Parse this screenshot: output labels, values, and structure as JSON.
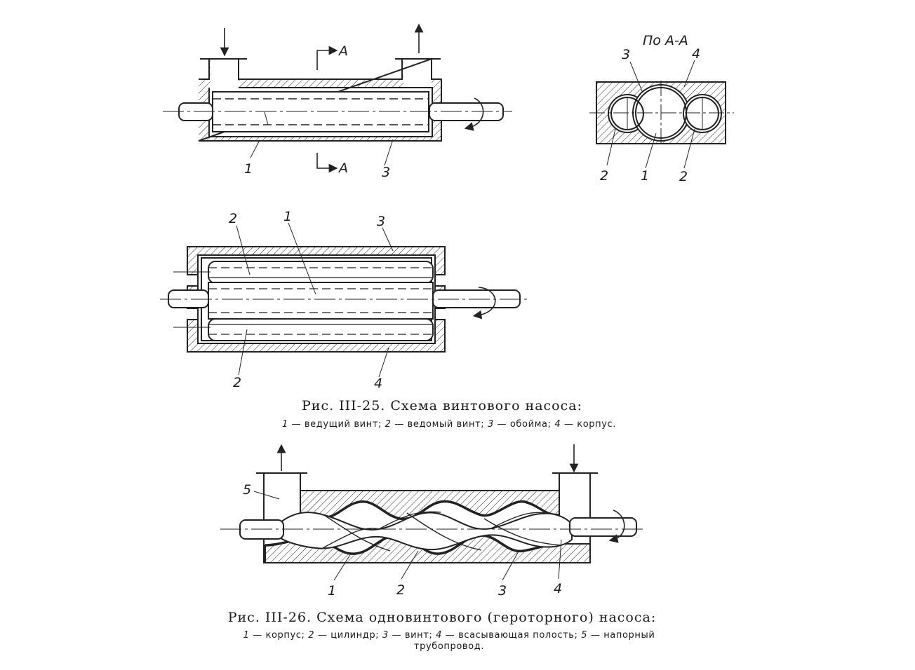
{
  "figure_25": {
    "section_label": "По А-А",
    "cut_marks": [
      "А",
      "А"
    ],
    "side_view_labels": [
      "1",
      "3"
    ],
    "section_view_labels": [
      "3",
      "4",
      "2",
      "1",
      "2"
    ],
    "plan_view_labels": [
      "2",
      "1",
      "3",
      "2",
      "4"
    ],
    "caption_title": "Рис. III-25. Схема винтового насоса:",
    "legend": [
      {
        "num": "1",
        "text": " — ведущий винт;  "
      },
      {
        "num": "2",
        "text": " — ведомый винт;  "
      },
      {
        "num": "3",
        "text": " — обойма;  "
      },
      {
        "num": "4",
        "text": " — корпус."
      }
    ]
  },
  "figure_26": {
    "labels": [
      "5",
      "1",
      "2",
      "3",
      "4"
    ],
    "caption_title": "Рис. III-26. Схема одновинтового (героторного) насоса:",
    "legend_line1": [
      {
        "num": "1",
        "text": " — корпус;  "
      },
      {
        "num": "2",
        "text": " — цилиндр;  "
      },
      {
        "num": "3",
        "text": " — винт;  "
      },
      {
        "num": "4",
        "text": " — всасывающая полость;  "
      },
      {
        "num": "5",
        "text": " — напорный"
      }
    ],
    "legend_line2": "трубопровод."
  }
}
